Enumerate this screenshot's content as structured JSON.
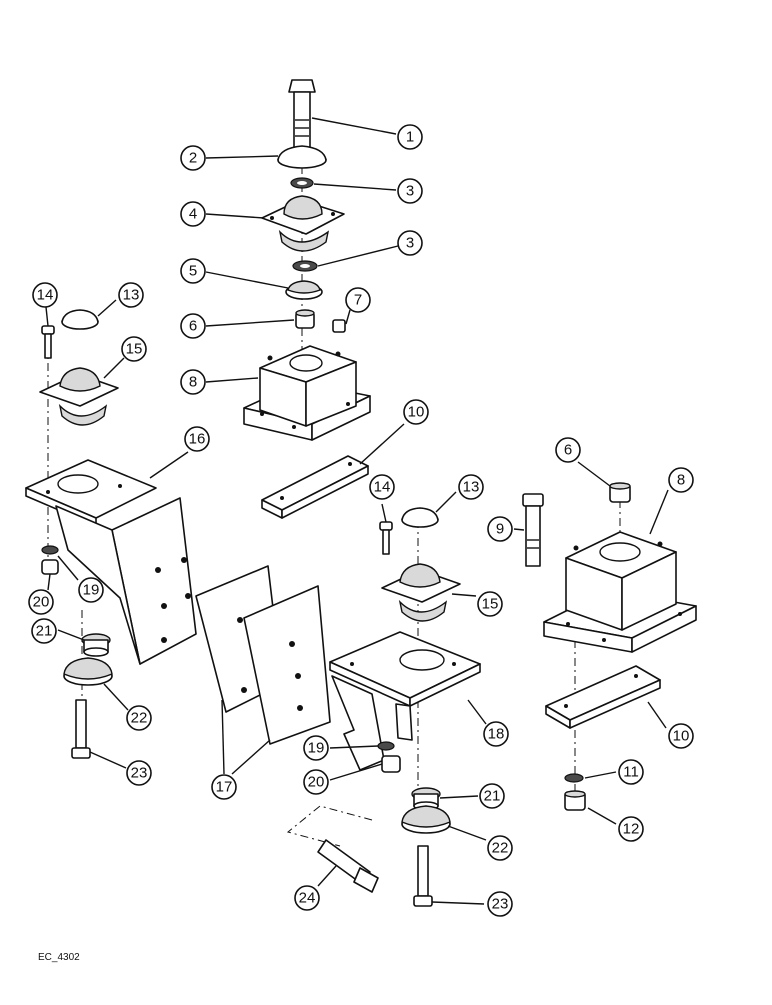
{
  "figure": {
    "reference_code": "EC_4302",
    "callouts": [
      {
        "id": "c1",
        "label": "1"
      },
      {
        "id": "c2",
        "label": "2"
      },
      {
        "id": "c3a",
        "label": "3"
      },
      {
        "id": "c4",
        "label": "4"
      },
      {
        "id": "c3b",
        "label": "3"
      },
      {
        "id": "c5",
        "label": "5"
      },
      {
        "id": "c6a",
        "label": "6"
      },
      {
        "id": "c7",
        "label": "7"
      },
      {
        "id": "c8a",
        "label": "8"
      },
      {
        "id": "c10a",
        "label": "10"
      },
      {
        "id": "c14a",
        "label": "14"
      },
      {
        "id": "c13a",
        "label": "13"
      },
      {
        "id": "c15a",
        "label": "15"
      },
      {
        "id": "c16",
        "label": "16"
      },
      {
        "id": "c20a",
        "label": "20"
      },
      {
        "id": "c19a",
        "label": "19"
      },
      {
        "id": "c21a",
        "label": "21"
      },
      {
        "id": "c22a",
        "label": "22"
      },
      {
        "id": "c23a",
        "label": "23"
      },
      {
        "id": "c17",
        "label": "17"
      },
      {
        "id": "c14b",
        "label": "14"
      },
      {
        "id": "c13b",
        "label": "13"
      },
      {
        "id": "c15b",
        "label": "15"
      },
      {
        "id": "c18",
        "label": "18"
      },
      {
        "id": "c19b",
        "label": "19"
      },
      {
        "id": "c20b",
        "label": "20"
      },
      {
        "id": "c21b",
        "label": "21"
      },
      {
        "id": "c22b",
        "label": "22"
      },
      {
        "id": "c23b",
        "label": "23"
      },
      {
        "id": "c24",
        "label": "24"
      },
      {
        "id": "c6b",
        "label": "6"
      },
      {
        "id": "c8b",
        "label": "8"
      },
      {
        "id": "c9",
        "label": "9"
      },
      {
        "id": "c10b",
        "label": "10"
      },
      {
        "id": "c11",
        "label": "11"
      },
      {
        "id": "c12",
        "label": "12"
      }
    ]
  }
}
